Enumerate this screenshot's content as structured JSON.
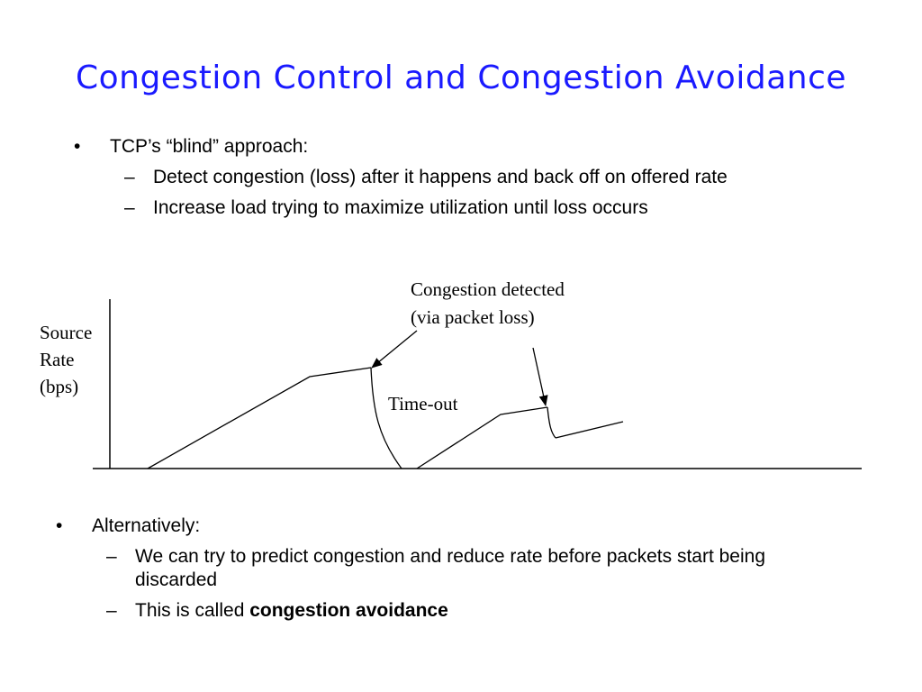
{
  "slide": {
    "title": "Congestion Control and Congestion Avoidance"
  },
  "bullets_top": {
    "marker": "•",
    "sub_marker": "–",
    "item": "TCP’s “blind” approach:",
    "sub_items": [
      "Detect congestion (loss) after it happens and back off on offered rate",
      "Increase load trying to maximize utilization until loss occurs"
    ]
  },
  "diagram": {
    "y_label_lines": [
      "Source",
      "Rate",
      "(bps)"
    ],
    "annotation_lines": [
      "Congestion detected",
      "(via packet loss)"
    ],
    "timeout_label": "Time-out"
  },
  "bullets_bottom": {
    "marker": "•",
    "sub_marker": "–",
    "item": "Alternatively:",
    "sub_items": [
      {
        "text": "We can try to predict congestion and reduce rate before packets start being discarded"
      },
      {
        "prefix": "This is called ",
        "emphasis": "congestion avoidance"
      }
    ]
  },
  "colors": {
    "title": "#1a1aff",
    "text": "#000000",
    "background": "#ffffff"
  }
}
